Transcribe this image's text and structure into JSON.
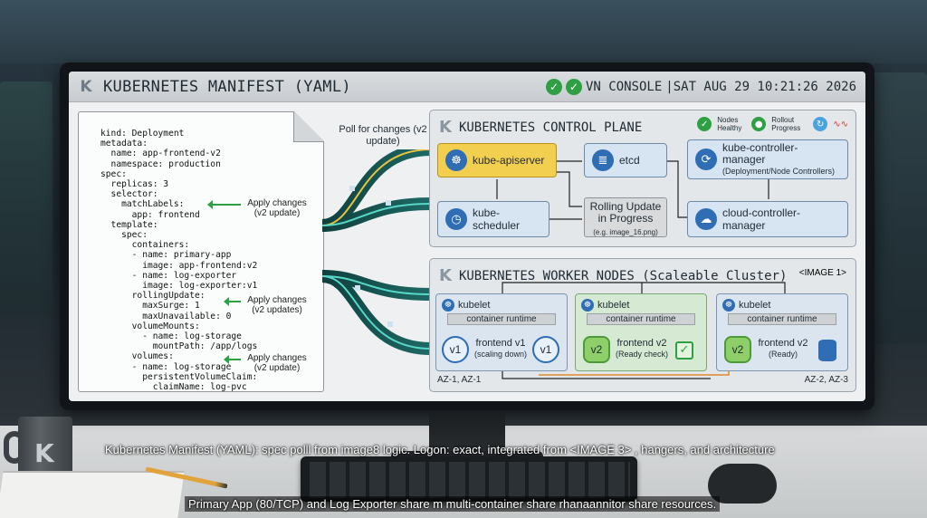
{
  "window": {
    "title": "KUBERNETES MANIFEST (YAML)",
    "console_label": "VN CONSOLE",
    "datetime": "|SAT AUG 29 10:21:26 2026"
  },
  "manifest": {
    "lines": [
      {
        "t": "kind: Deployment"
      },
      {
        "t": "metadata:"
      },
      {
        "t": "  name: app-frontend-v2"
      },
      {
        "t": "  namespace: production"
      },
      {
        "t": "spec:"
      },
      {
        "t": "  replicas: 3"
      },
      {
        "t": "  selector:"
      },
      {
        "t": "    matchLabels:"
      },
      {
        "t": "      app: frontend"
      },
      {
        "t": "  template:"
      },
      {
        "t": "    spec:"
      },
      {
        "t": "      containers:"
      },
      {
        "t": "      - name: primary-app"
      },
      {
        "t": "        image: app-frontend:v2"
      },
      {
        "t": "      - name: log-exporter"
      },
      {
        "t": "        image: log-exporter:v1"
      },
      {
        "t": "      rollingUpdate:"
      },
      {
        "t": "        maxSurge: 1"
      },
      {
        "t": "        maxUnavailable: 0"
      },
      {
        "t": "      volumeMounts:"
      },
      {
        "t": "        - name: log-storage"
      },
      {
        "t": "          mountPath: /app/logs"
      },
      {
        "t": "      volumes:"
      },
      {
        "t": "      - name: log-storage"
      },
      {
        "t": "        persistentVolumeClaim:"
      },
      {
        "t": "          claimName: log-pvc"
      }
    ],
    "annotations": [
      "Apply changes (v2 update)",
      "Apply changes (v2 updates)",
      "Apply changes (v2 update)"
    ]
  },
  "flow": {
    "poll_label": "Poll for changes (v2 update)"
  },
  "control_plane": {
    "title": "KUBERNETES CONTROL PLANE",
    "legend": [
      {
        "label": "Nodes Healthy",
        "color": "#2ea043",
        "icon": "check-icon"
      },
      {
        "label": "Rollout Progress",
        "color": "#2ea043",
        "icon": "progress-icon"
      },
      {
        "label": "",
        "color": "#4aa3df",
        "icon": "sync-icon"
      }
    ],
    "components": {
      "apiserver": "kube-apiserver",
      "etcd": "etcd",
      "controller_manager": "kube-controller-manager",
      "controller_manager_sub": "(Deployment/Node Controllers)",
      "scheduler": "kube-scheduler",
      "cloud_controller": "cloud-controller-manager",
      "rolling_title": "Rolling Update in Progress",
      "rolling_sub": "(e.g. image_16.png)"
    },
    "colors": {
      "apiserver": "#f3cf4f",
      "component": "#d7e4f2"
    }
  },
  "workers": {
    "title": "KUBERNETES WORKER NODES (Scaleable Cluster)",
    "tag": "<IMAGE 1>",
    "nodes": [
      {
        "kubelet": "kubelet",
        "runtime": "container runtime",
        "pod_a": "v1",
        "pod_b": "v1",
        "label": "frontend v1",
        "sub": "(scaling down)",
        "az": "AZ-1, AZ-1"
      },
      {
        "kubelet": "kubelet",
        "runtime": "container runtime",
        "pod_a": "v2",
        "label": "frontend v2",
        "sub": "(Ready check)"
      },
      {
        "kubelet": "kubelet",
        "runtime": "container runtime",
        "pod_a": "v2",
        "label": "frontend v2",
        "sub": "(Ready)",
        "az": "AZ-2, AZ-3"
      }
    ]
  },
  "captions": {
    "top": "Kubernetes Manifest (YAML): spec polll from image8 logic. Logon: exact, integrated from <IMAGE 3> , hangers, and architecture",
    "bottom": "Primary App (80/TCP) and Log Exporter share m multi-container share rhanaannitor share resources."
  },
  "icons": {
    "logo": "kubernetes-k-logo",
    "mug": "mug-icon"
  }
}
